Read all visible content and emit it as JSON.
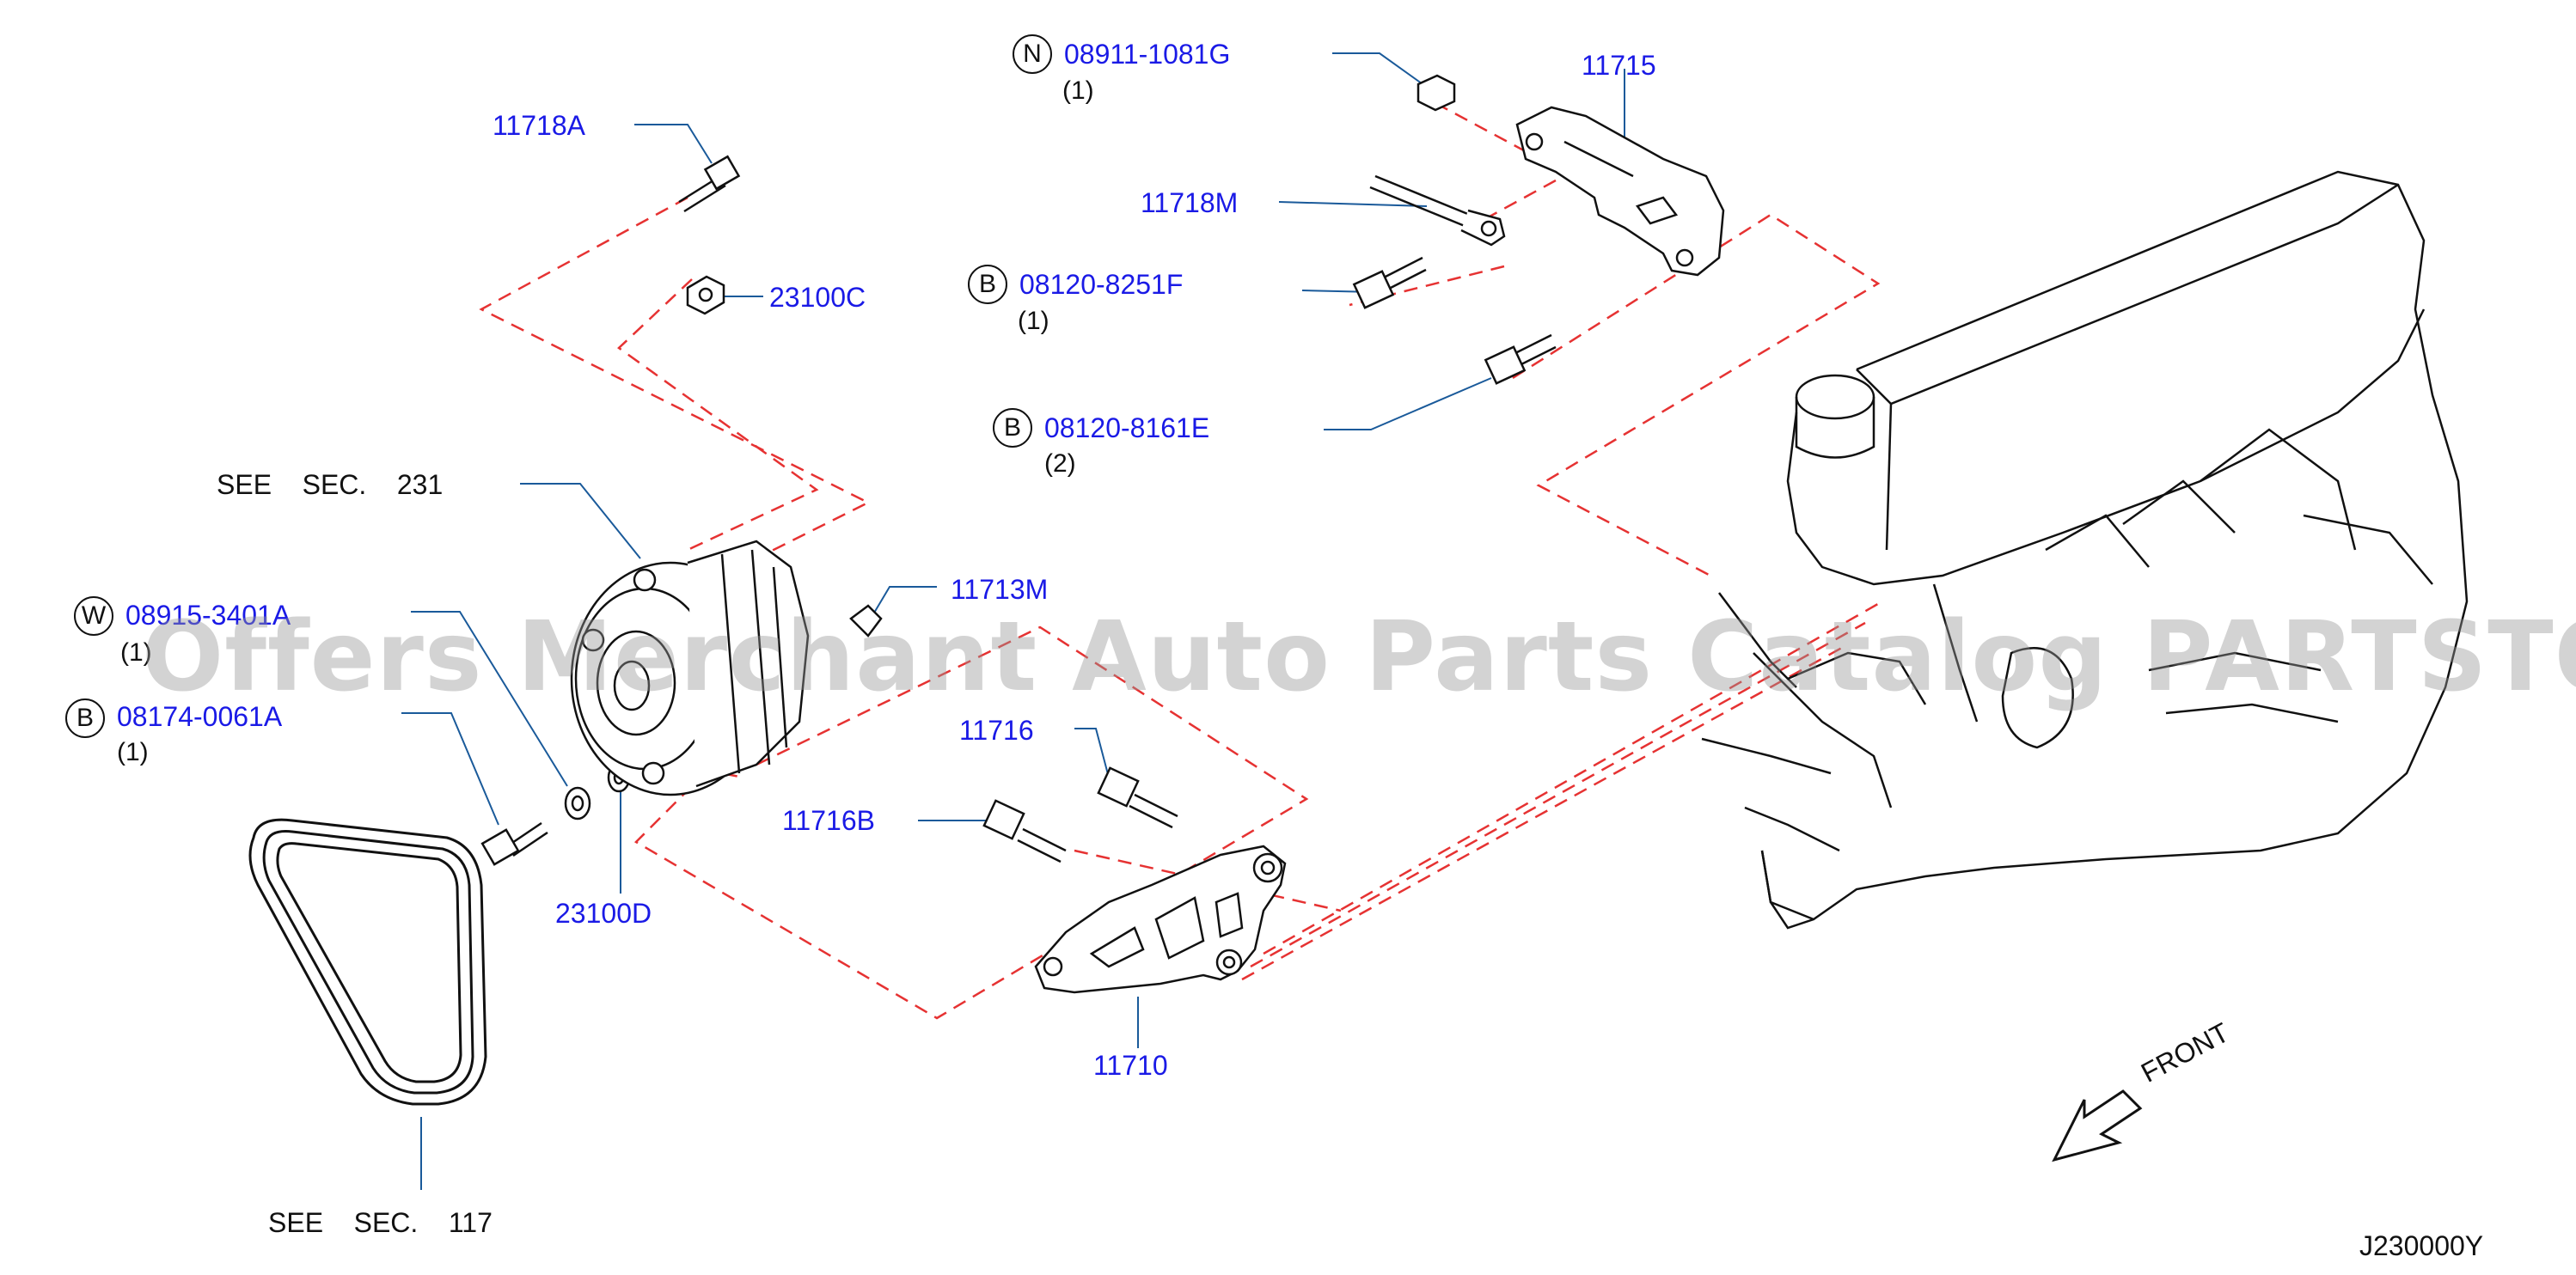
{
  "parts": {
    "p11718A": "11718A",
    "p23100C": "23100C",
    "p08911": "08911-1081G",
    "p11715": "11715",
    "p11718M": "11718M",
    "p08120F": "08120-8251F",
    "p08120E": "08120-8161E",
    "p11713M": "11713M",
    "p08915": "08915-3401A",
    "p08174": "08174-0061A",
    "p11716": "11716",
    "p11716B": "11716B",
    "p23100D": "23100D",
    "p11710": "11710"
  },
  "badges": {
    "n": "N",
    "b1": "B",
    "b2": "B",
    "w": "W",
    "b3": "B"
  },
  "quantities": {
    "q08911": "(1)",
    "q08120F": "(1)",
    "q08120E": "(2)",
    "q08915": "(1)",
    "q08174": "(1)"
  },
  "see": {
    "see231": "SEE    SEC.    231",
    "see117": "SEE    SEC.    117"
  },
  "front_label": "FRONT",
  "diagram_code": "J230000Y",
  "watermark": "Offers Merchant Auto Parts Catalog PARTSTORE.SA",
  "colors": {
    "part_number": "#1a1ae6",
    "dashed_line": "#e63232",
    "line_art": "#111111"
  }
}
